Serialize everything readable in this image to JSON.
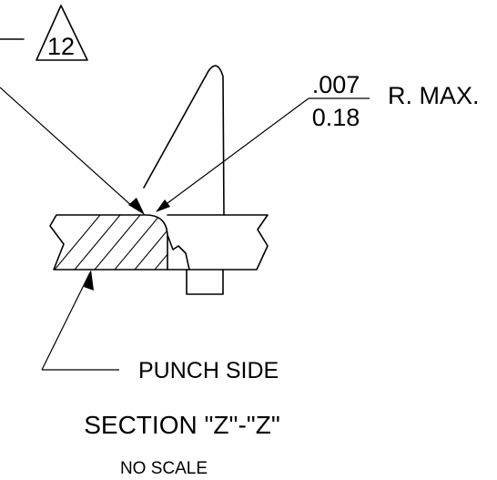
{
  "drawing": {
    "callout_number": "12",
    "radius_inch": ".007",
    "radius_mm": "0.18",
    "radius_suffix": "R. MAX.",
    "side_label": "PUNCH SIDE",
    "section_title": "SECTION \"Z\"-\"Z\"",
    "scale_note": "NO SCALE"
  }
}
